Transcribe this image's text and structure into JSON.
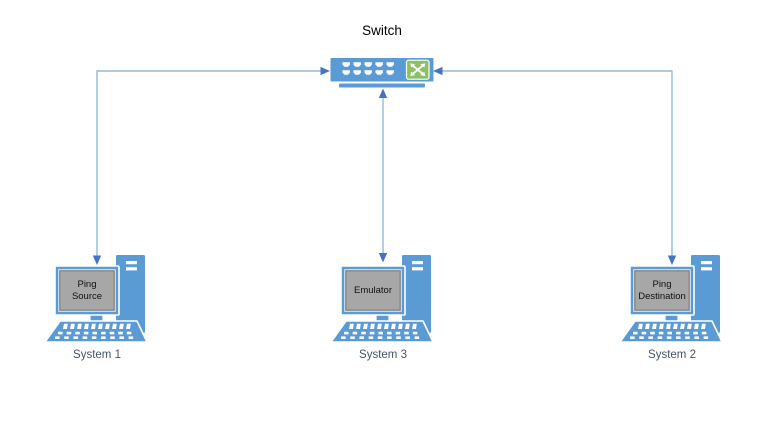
{
  "switch_label": "Switch",
  "systems": [
    {
      "id": "system-1",
      "screen_label": "Ping Source",
      "caption": "System 1"
    },
    {
      "id": "system-3",
      "screen_label": "Emulator",
      "caption": "System 3"
    },
    {
      "id": "system-2",
      "screen_label": "Ping Destination",
      "caption": "System 2"
    }
  ],
  "connections": [
    {
      "from": "System 1",
      "to": "Switch",
      "bidirectional": true
    },
    {
      "from": "System 3",
      "to": "Switch",
      "bidirectional": true
    },
    {
      "from": "System 2",
      "to": "Switch",
      "bidirectional": true
    }
  ],
  "icons": {
    "switch": "network-switch-icon",
    "computer": "desktop-computer-icon"
  },
  "colors": {
    "node_fill": "#5B9BD5",
    "screen_fill": "#A7A7A7",
    "screen_border": "#7F7F7F",
    "screen_frame_light": "#DEEAF6",
    "connector_line": "#8FB9E4",
    "connector_arrow": "#4472C4",
    "switch_module_green": "#8CC063",
    "port_white": "#FFFFFF",
    "caption_text": "#44546A",
    "title_text": "#000000"
  }
}
